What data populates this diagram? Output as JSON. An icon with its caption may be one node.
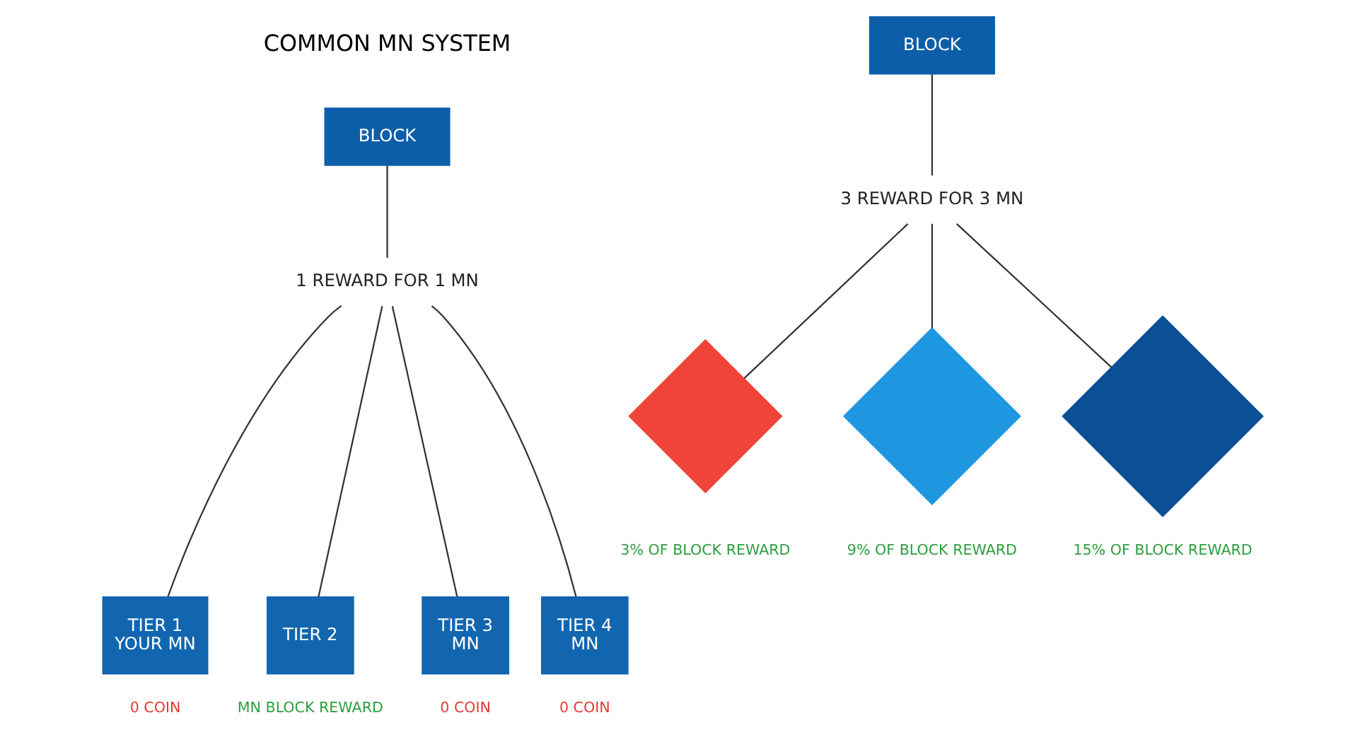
{
  "diagram": {
    "nodes": [
      {
        "text": [
          "BLOCK"
        ]
      },
      {
        "text": [
          "1 REWARD FOR 1 MN"
        ]
      },
      {
        "text": [
          "TIER 1",
          "YOUR MN"
        ],
        "beside": [
          "0 COIN"
        ]
      },
      {
        "text": [
          "TIER 2"
        ],
        "beside": [
          "MN BLOCK REWARD"
        ]
      },
      {
        "text": [
          "TIER 3",
          "MN"
        ],
        "beside": [
          "0 COIN"
        ]
      },
      {
        "text": [
          "TIER 4",
          "MN"
        ],
        "beside": [
          "0 COIN"
        ]
      },
      {
        "text": [
          "BLOCK"
        ]
      },
      {
        "text": [
          "3 REWARD FOR 3 MN"
        ]
      },
      {
        "text": [],
        "shape": "diamond",
        "beside": [
          "3% OF BLOCK REWARD"
        ]
      },
      {
        "text": [],
        "shape": "diamond",
        "beside": [
          "9% OF BLOCK REWARD"
        ]
      },
      {
        "text": [],
        "shape": "diamond",
        "beside": [
          "15% OF BLOCK REWARD"
        ]
      }
    ],
    "edges": [
      {
        "from": 0,
        "to": 1,
        "arrow": "none"
      },
      {
        "from": 1,
        "to": 2,
        "arrow": "none"
      },
      {
        "from": 1,
        "to": 3,
        "arrow": "none"
      },
      {
        "from": 1,
        "to": 4,
        "arrow": "none"
      },
      {
        "from": 1,
        "to": 5,
        "arrow": "none"
      },
      {
        "from": 6,
        "to": 7,
        "arrow": "none"
      },
      {
        "from": 7,
        "to": 8,
        "arrow": "none"
      },
      {
        "from": 7,
        "to": 9,
        "arrow": "none"
      },
      {
        "from": 7,
        "to": 10,
        "arrow": "none"
      }
    ],
    "labels": [
      "COMMON MN SYSTEM"
    ]
  }
}
